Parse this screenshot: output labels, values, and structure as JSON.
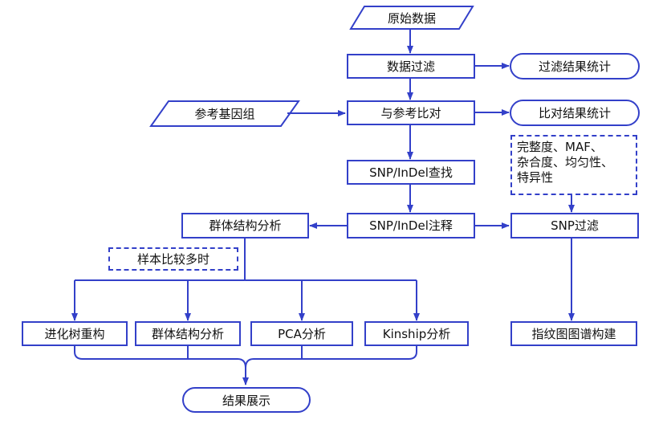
{
  "colors": {
    "stroke": "#3340c9",
    "text": "#111111",
    "background": "#ffffff"
  },
  "nodes": {
    "raw_data": "原始数据",
    "data_filter": "数据过滤",
    "filter_stats": "过滤结果统计",
    "reference_genome": "参考基因组",
    "align_reference": "与参考比对",
    "align_stats": "比对结果统计",
    "snp_find": "SNP/InDel查找",
    "snp_annotate": "SNP/InDel注释",
    "pop_structure": "群体结构分析",
    "snp_filter": "SNP过滤",
    "many_samples": "样本比较多时",
    "criteria_lines": [
      "完整度、MAF、",
      "杂合度、均匀性、",
      "特异性"
    ],
    "phylo_tree": "进化树重构",
    "pop_structure_2": "群体结构分析",
    "pca": "PCA分析",
    "kinship": "Kinship分析",
    "fingerprint": "指纹图图谱构建",
    "results": "结果展示"
  }
}
